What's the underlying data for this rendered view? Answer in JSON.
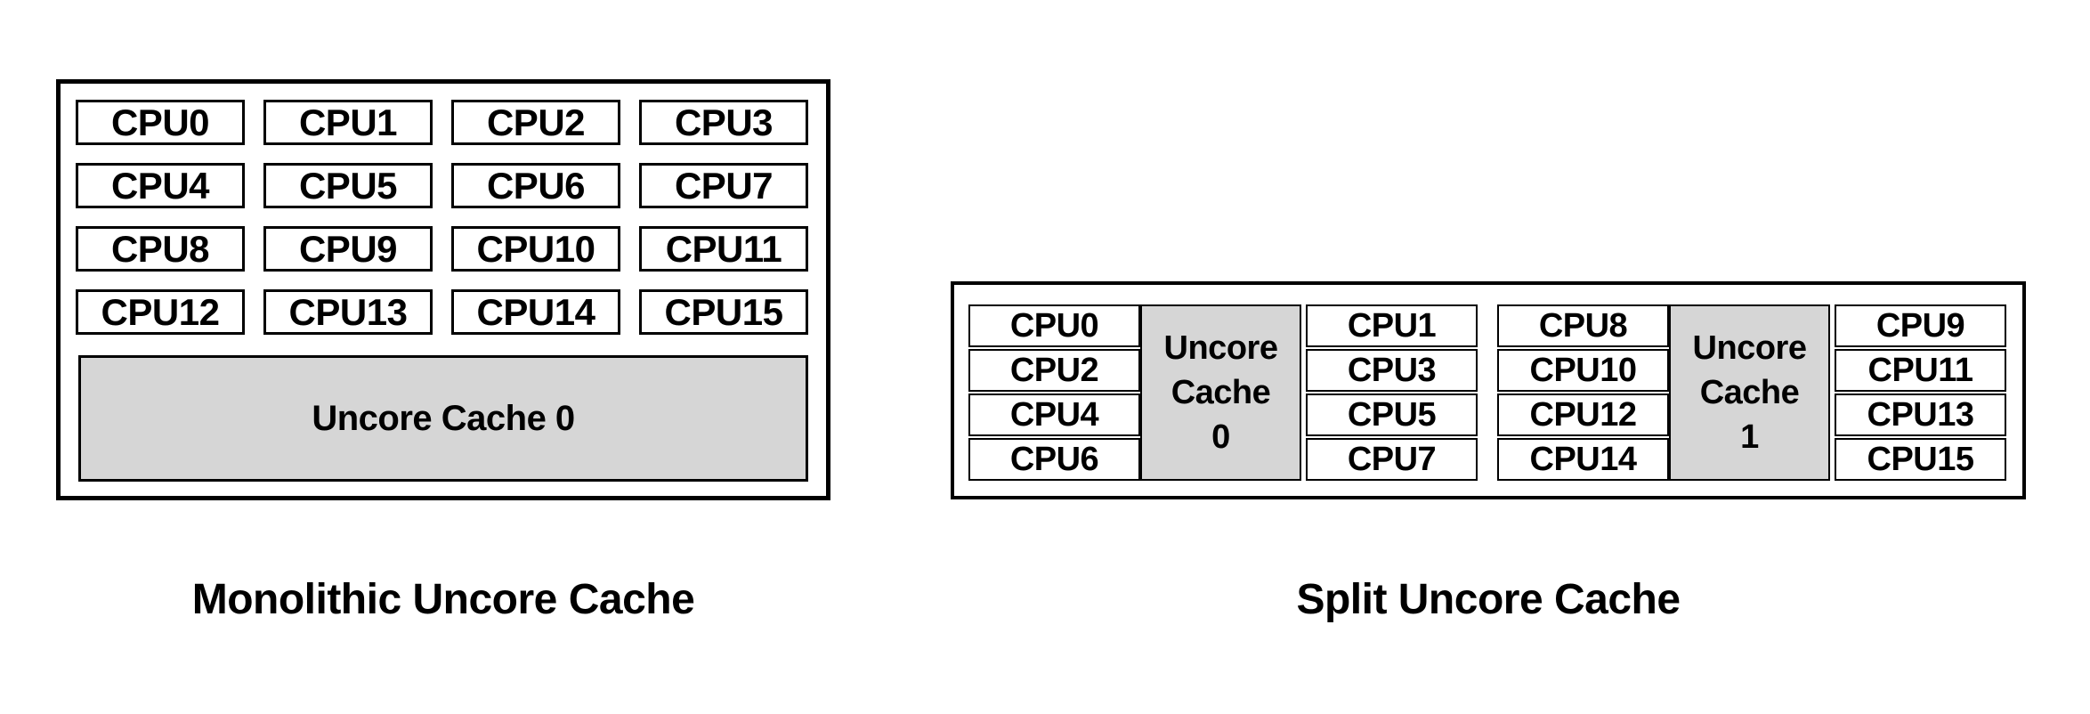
{
  "colors": {
    "background": "#ffffff",
    "border": "#000000",
    "text": "#000000",
    "cache_fill": "#d6d6d6"
  },
  "monolithic": {
    "caption": "Monolithic Uncore Cache",
    "cache_label": "Uncore Cache 0",
    "cpus": [
      "CPU0",
      "CPU1",
      "CPU2",
      "CPU3",
      "CPU4",
      "CPU5",
      "CPU6",
      "CPU7",
      "CPU8",
      "CPU9",
      "CPU10",
      "CPU11",
      "CPU12",
      "CPU13",
      "CPU14",
      "CPU15"
    ]
  },
  "split": {
    "caption": "Split Uncore Cache",
    "groups": [
      {
        "cache_lines": [
          "Uncore",
          "Cache",
          "0"
        ],
        "even_cpus": [
          "CPU0",
          "CPU2",
          "CPU4",
          "CPU6"
        ],
        "odd_cpus": [
          "CPU1",
          "CPU3",
          "CPU5",
          "CPU7"
        ]
      },
      {
        "cache_lines": [
          "Uncore",
          "Cache",
          "1"
        ],
        "even_cpus": [
          "CPU8",
          "CPU10",
          "CPU12",
          "CPU14"
        ],
        "odd_cpus": [
          "CPU9",
          "CPU11",
          "CPU13",
          "CPU15"
        ]
      }
    ]
  }
}
